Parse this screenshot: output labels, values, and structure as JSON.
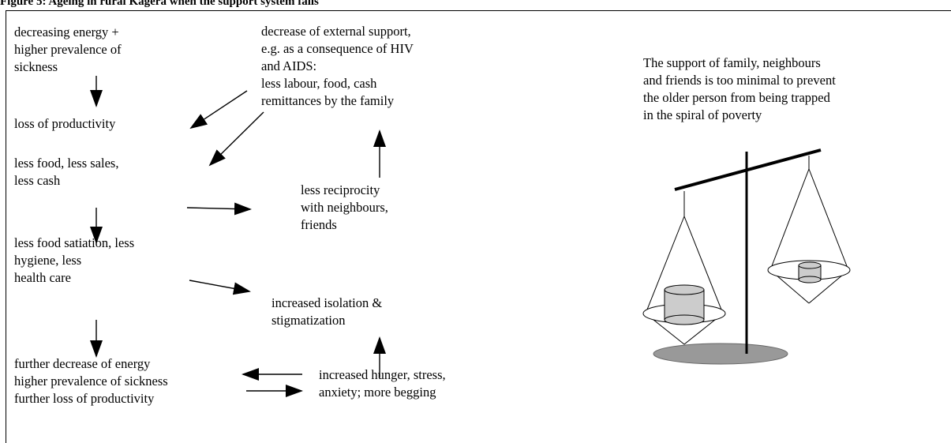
{
  "figure": {
    "title": "Figure 5:  Ageing in rural Kagera when the support  system fails"
  },
  "left_chain": {
    "energy": "decreasing energy  +\nhigher prevalence of\nsickness",
    "productivity": "loss of productivity",
    "food_sales": "less food, less sales,\nless cash",
    "satiation": "less food satiation, less\nhygiene, less\nhealth care",
    "further": "further decrease of energy\nhigher prevalence of sickness\nfurther loss of productivity"
  },
  "middle": {
    "external_support": "decrease of external support,\ne.g. as a consequence of HIV\nand AIDS:\nless labour, food, cash\nremittances by the family",
    "reciprocity": "less reciprocity\nwith neighbours,\nfriends",
    "isolation": "increased isolation &\nstigmatization",
    "hunger": "increased hunger, stress,\nanxiety;   more begging"
  },
  "right": {
    "note": "The support of family, neighbours\nand friends is too minimal to prevent\nthe  older person  from being trapped\nin the spiral of poverty"
  },
  "colors": {
    "ink": "#000000",
    "weight_fill": "#cccccc",
    "base_fill": "#999999"
  }
}
